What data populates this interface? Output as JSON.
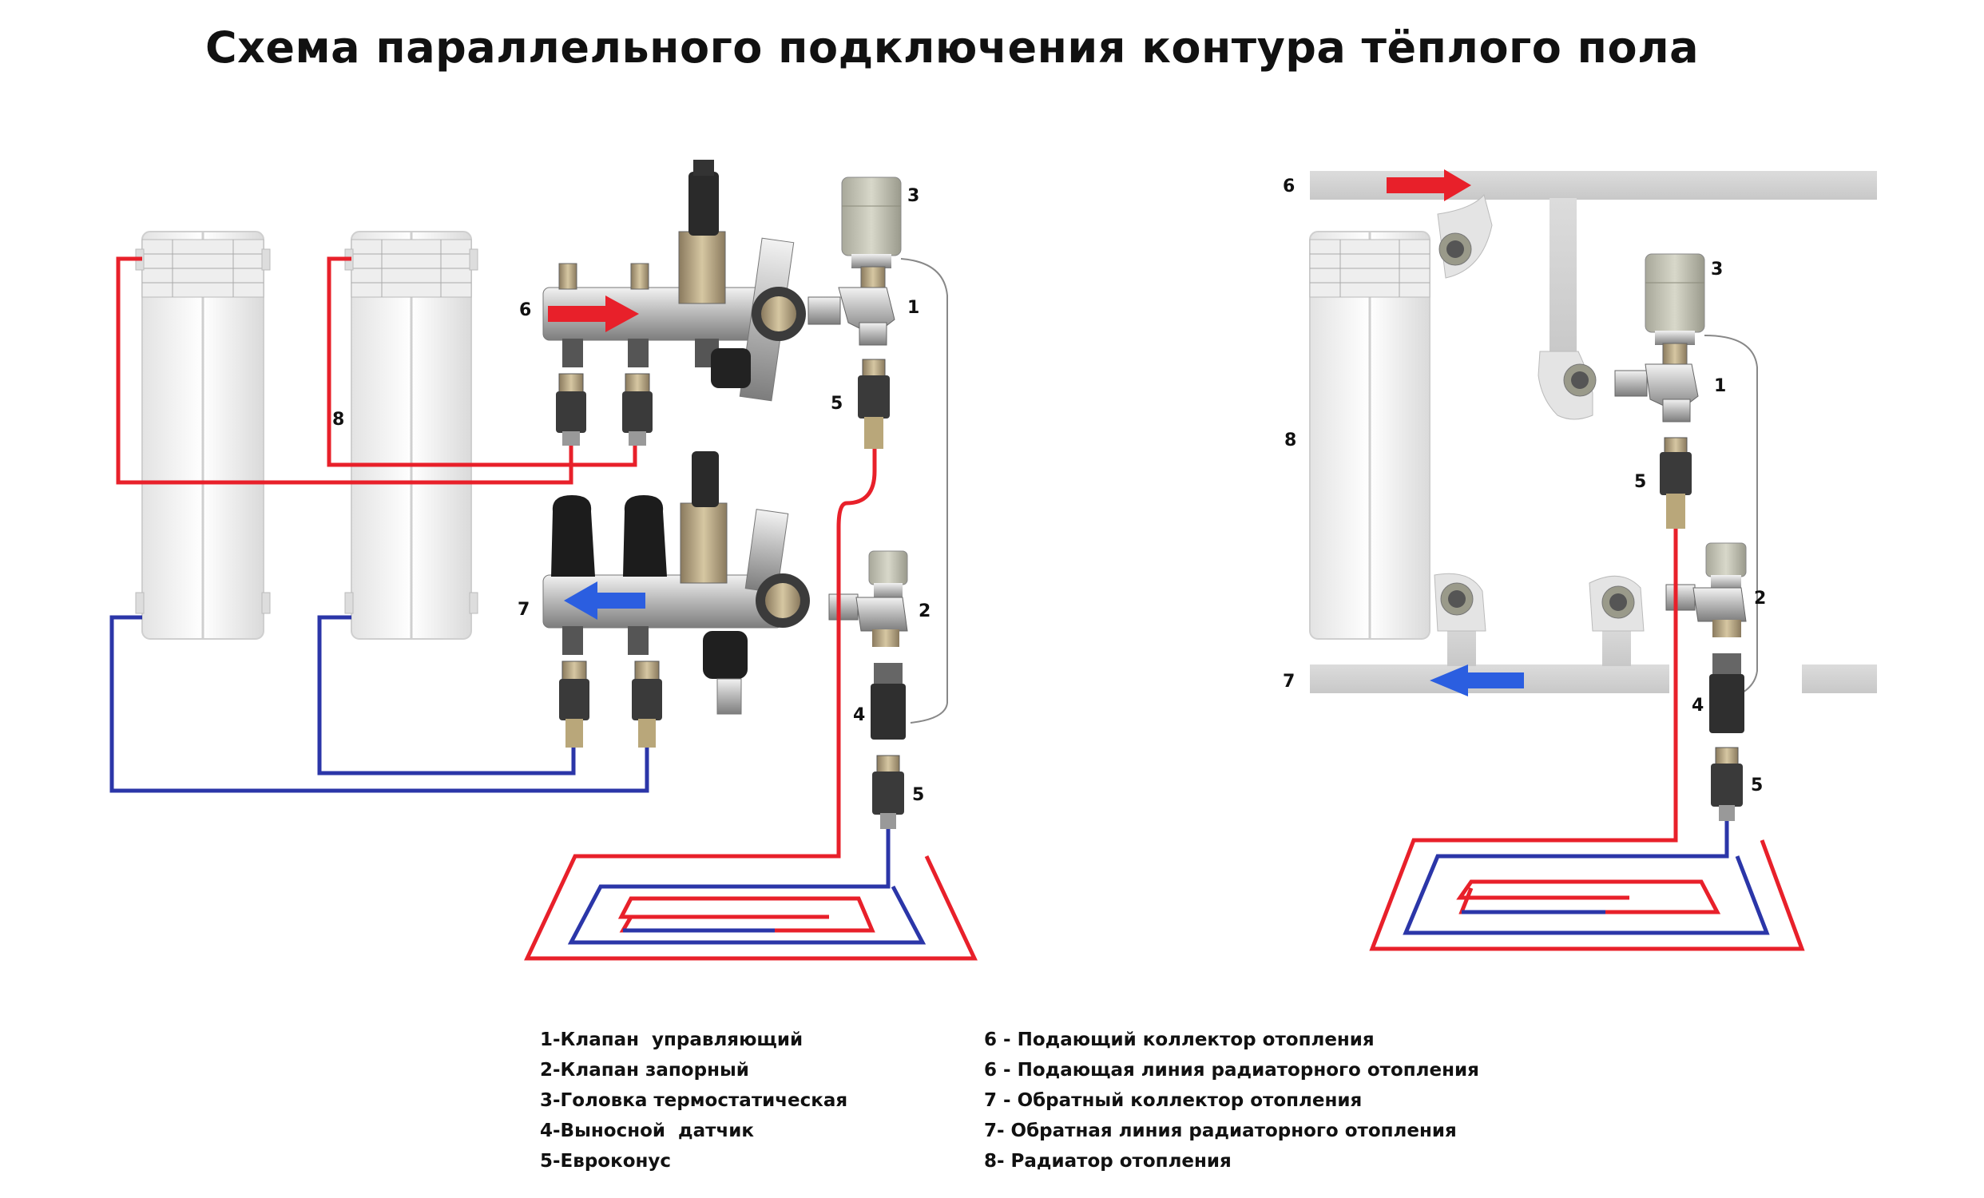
{
  "title": "Схема параллельного подключения контура тёплого пола",
  "labels": {
    "l1": "1",
    "l2": "2",
    "l3": "3",
    "l4": "4",
    "l5a": "5",
    "l5b": "5",
    "l6": "6",
    "l7": "7",
    "l8": "8",
    "r1": "1",
    "r2": "2",
    "r3": "3",
    "r4": "4",
    "r5a": "5",
    "r5b": "5",
    "r6": "6",
    "r7": "7",
    "r8": "8"
  },
  "legend_left": [
    "1-Клапан  управляющий",
    "2-Клапан запорный",
    "3-Головка термостатическая",
    "4-Выносной  датчик",
    "5-Евроконус"
  ],
  "legend_right": [
    "6 - Подающий коллектор отопления",
    "6 - Подающая линия радиаторного отопления",
    "7 - Обратный коллектор отопления",
    "7- Обратная линия радиаторного отопления",
    "8- Радиатор отопления"
  ],
  "colors": {
    "supply": "#e8202a",
    "return": "#2b36a8",
    "pipe_gray": "#d4d4d4",
    "metal": "#bdbdbd",
    "black_part": "#1c1c1c"
  },
  "icons": [
    "radiator-icon",
    "manifold-icon",
    "valve-icon",
    "thermostatic-head-icon",
    "sensor-icon",
    "eurocone-icon",
    "elbow-fitting-icon",
    "flow-arrow-icon"
  ]
}
